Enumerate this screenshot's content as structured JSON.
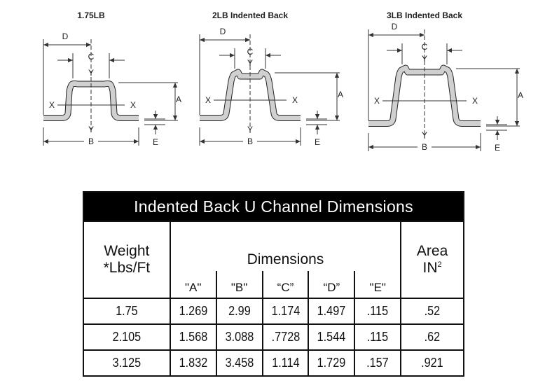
{
  "diagrams": [
    {
      "title": "1.75LB",
      "labels": {
        "D": "D",
        "C": "C",
        "Y": "Y",
        "X": "X",
        "A": "A",
        "B": "B",
        "E": "E"
      }
    },
    {
      "title": "2LB Indented Back",
      "labels": {
        "D": "D",
        "C": "C",
        "Y": "Y",
        "X": "X",
        "A": "A",
        "B": "B",
        "E": "E"
      }
    },
    {
      "title": "3LB Indented Back",
      "labels": {
        "D": "D",
        "C": "C",
        "Y": "Y",
        "X": "X",
        "A": "A",
        "B": "B",
        "E": "E"
      }
    }
  ],
  "table": {
    "title": "Indented Back U Channel Dimensions",
    "weight_header": [
      "Weight",
      "*Lbs/Ft"
    ],
    "dimensions_header": "Dimensions",
    "dim_columns": [
      "\"A\"",
      "\"B\"",
      "“C”",
      "“D”",
      "\"E\""
    ],
    "area_header": "Area",
    "area_unit": "IN",
    "area_exp": "2",
    "rows": [
      [
        "1.75",
        "1.269",
        "2.99",
        "1.174",
        "1.497",
        ".115",
        ".52"
      ],
      [
        "2.105",
        "1.568",
        "3.088",
        ".7728",
        "1.544",
        ".115",
        ".62"
      ],
      [
        "3.125",
        "1.832",
        "3.458",
        "1.114",
        "1.729",
        ".157",
        ".921"
      ]
    ]
  },
  "colors": {
    "fill": "#d0d0d0",
    "line": "#222222",
    "header_bg": "#000000"
  }
}
